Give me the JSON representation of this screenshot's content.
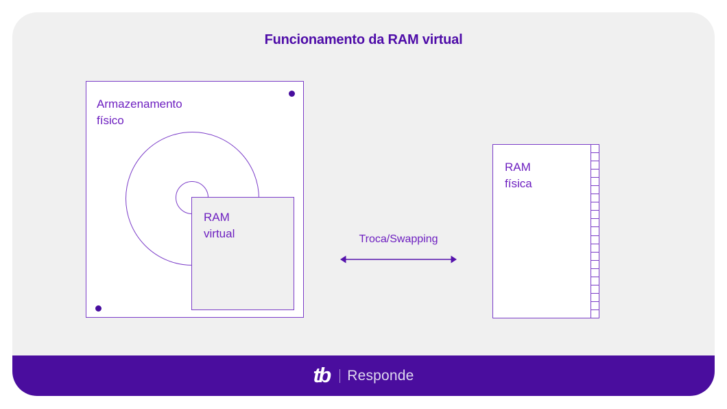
{
  "page": {
    "title": "Funcionamento da RAM virtual"
  },
  "diagram": {
    "storage_box": {
      "label": "Armazenamento\nfísico"
    },
    "virtual_ram_box": {
      "label": "RAM\nvirtual"
    },
    "physical_ram_box": {
      "label": "RAM\nfísica",
      "pin_count": 21
    },
    "swap_arrow": {
      "label": "Troca/Swapping"
    }
  },
  "footer": {
    "logo_text": "tb",
    "divider": "|",
    "brand_text": "Responde"
  },
  "colors": {
    "card_bg": "#F0F0F0",
    "stroke_purple": "#7A3BC8",
    "label_purple": "#6D1FC0",
    "title_purple": "#4E0CA8",
    "footer_bg": "#4A0D9E",
    "dot_purple": "#470D9E",
    "box_fill_white": "#FFFFFF"
  }
}
